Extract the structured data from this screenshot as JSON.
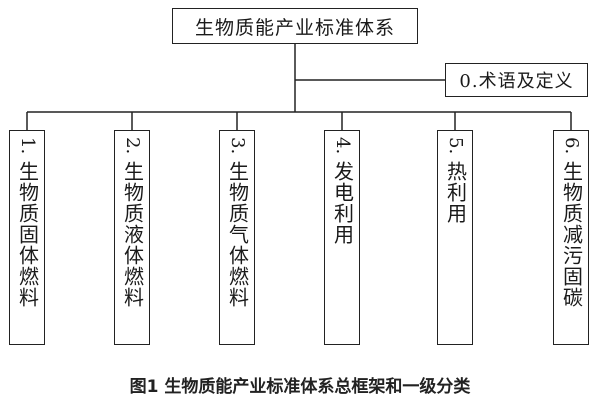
{
  "diagram": {
    "root": "生物质能产业标准体系",
    "side_node": "0.术语及定义",
    "categories": [
      {
        "number": "1.",
        "label": "生物质固体燃料"
      },
      {
        "number": "2.",
        "label": "生物质液体燃料"
      },
      {
        "number": "3.",
        "label": "生物质气体燃料"
      },
      {
        "number": "4.",
        "label": "发电利用"
      },
      {
        "number": "5.",
        "label": "热利用"
      },
      {
        "number": "6.",
        "label": "生物质减污固碳"
      }
    ]
  },
  "caption": "图1  生物质能产业标准体系总框架和一级分类",
  "colors": {
    "line": "#222222",
    "text": "#1a1a1a"
  }
}
